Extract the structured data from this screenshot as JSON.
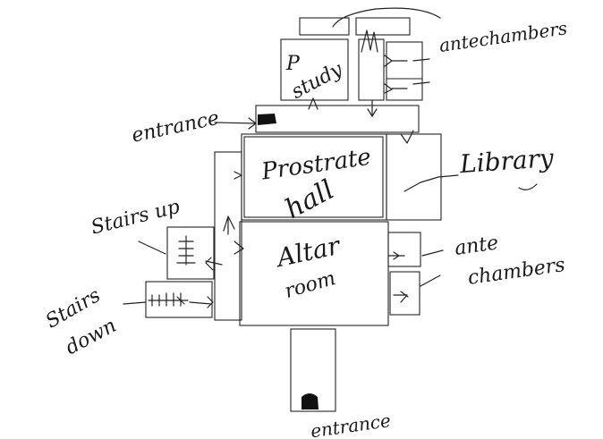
{
  "diagram": {
    "ink_color": "#1a1a1a",
    "background": "#ffffff",
    "labels": {
      "antechambers_top": "antechambers",
      "study": "study",
      "study_p": "P",
      "entrance_left": "entrance",
      "prostrate_hall_line1": "Prostrate",
      "prostrate_hall_line2": "hall",
      "library": "Library",
      "stairs_up": "Stairs up",
      "altar_room_line1": "Altar",
      "altar_room_line2": "room",
      "antechambers_right_line1": "ante",
      "antechambers_right_line2": "chambers",
      "stairs_down_line1": "Stairs",
      "stairs_down_line2": "down",
      "entrance_bottom": "entrance"
    }
  }
}
